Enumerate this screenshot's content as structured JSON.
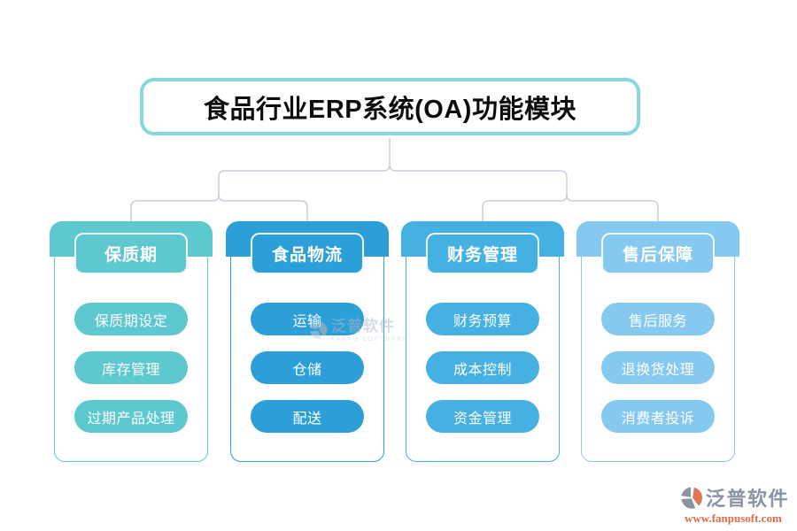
{
  "title": "食品行业ERP系统(OA)功能模块",
  "colors": {
    "column1": "#5EC8D1",
    "column2": "#2C9FD9",
    "column3": "#45B0E2",
    "column4": "#86C9F0",
    "title_border": "#85D8DE",
    "connector_line": "#C8CEDA",
    "brand_gray": "#8A93A5",
    "brand_orange": "#DF6B44"
  },
  "columns": [
    {
      "header": "保质期",
      "color": "#5EC8D1",
      "items": [
        "保质期设定",
        "库存管理",
        "过期产品处理"
      ]
    },
    {
      "header": "食品物流",
      "color": "#2C9FD9",
      "items": [
        "运输",
        "仓储",
        "配送"
      ]
    },
    {
      "header": "财务管理",
      "color": "#45B0E2",
      "items": [
        "财务预算",
        "成本控制",
        "资金管理"
      ]
    },
    {
      "header": "售后保障",
      "color": "#86C9F0",
      "items": [
        "售后服务",
        "退换货处理",
        "消费者投诉"
      ]
    }
  ],
  "watermark": {
    "brand": "泛普软件",
    "sub": "FANPU SOFTWARE"
  },
  "footer": {
    "brand": "泛普软件",
    "url": "www.fanpusoft.com"
  }
}
